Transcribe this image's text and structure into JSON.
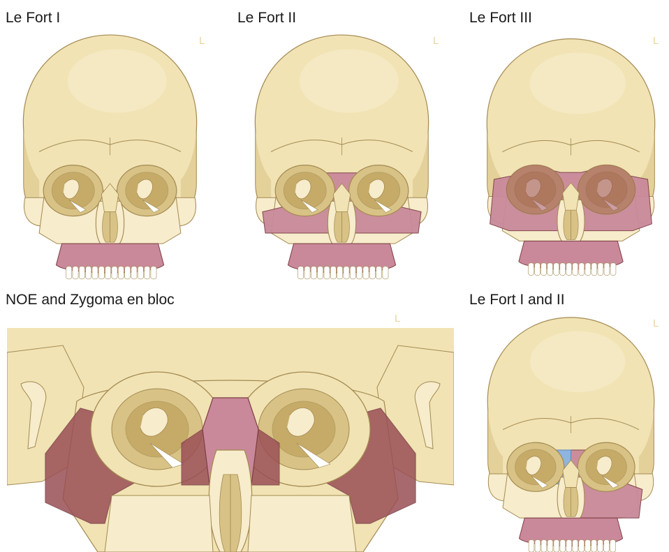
{
  "panels": [
    {
      "id": "lefort1",
      "title": "Le Fort I",
      "side_label": "L",
      "pattern": "lefort1"
    },
    {
      "id": "lefort2",
      "title": "Le Fort II",
      "side_label": "L",
      "pattern": "lefort2"
    },
    {
      "id": "lefort3",
      "title": "Le Fort III",
      "side_label": "L",
      "pattern": "lefort3"
    },
    {
      "id": "noe",
      "title": "NOE and Zygoma en bloc",
      "side_label": "L",
      "pattern": "noe"
    },
    {
      "id": "lefort12",
      "title": "Le Fort I and II",
      "side_label": "L",
      "pattern": "lefort12"
    }
  ],
  "colors": {
    "bone": "#f1e3b4",
    "bone_light": "#f7eccb",
    "bone_shadow": "#d8c285",
    "outline": "#a38a52",
    "orbit_dark": "#bfa25c",
    "fracture": "#c9899a",
    "fracture_dark": "#9a4f55",
    "fracture_outline": "#7c3e45",
    "blue": "#8fb4de",
    "teeth": "#ffffff"
  }
}
